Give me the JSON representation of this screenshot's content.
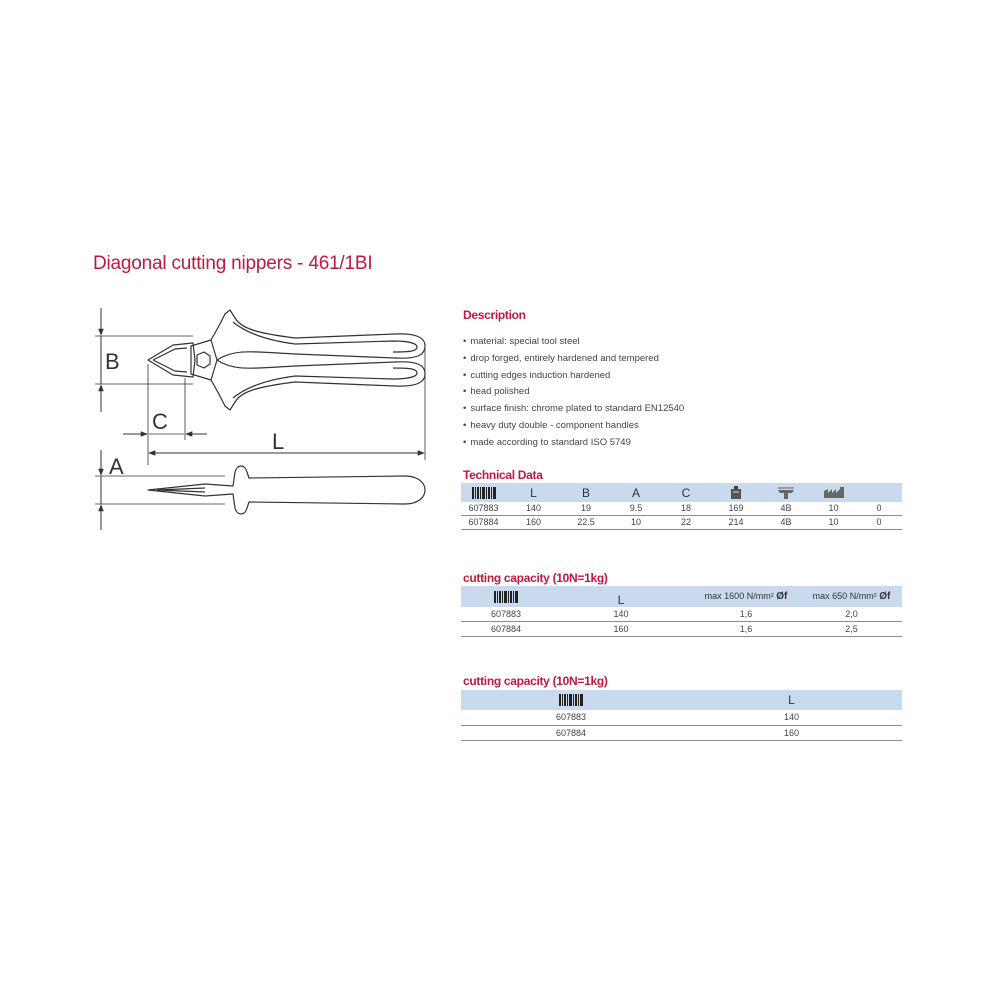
{
  "title": "Diagonal cutting nippers - 461/1BI",
  "drawing_labels": {
    "b": "B",
    "c": "C",
    "l": "L",
    "a": "A"
  },
  "description": {
    "heading": "Description",
    "items": [
      "material: special tool steel",
      "drop forged, entirely hardened and tempered",
      "cutting edges induction hardened",
      "head polished",
      "surface finish: chrome plated to standard EN12540",
      "heavy duty double - component handles",
      "made according to standard ISO 5749"
    ]
  },
  "technical_data": {
    "heading": "Technical Data",
    "headers": [
      "L",
      "B",
      "A",
      "C"
    ],
    "icons": [
      "barcode-icon",
      "weight-icon",
      "packaging-icon",
      "box-quantity-icon"
    ],
    "rows": [
      [
        "607883",
        "140",
        "19",
        "9.5",
        "18",
        "169",
        "4B",
        "10",
        "0"
      ],
      [
        "607884",
        "160",
        "22.5",
        "10",
        "22",
        "214",
        "4B",
        "10",
        "0"
      ]
    ]
  },
  "cutting_capacity_1": {
    "heading": "cutting capacity (10N=1kg)",
    "headers": [
      "L",
      "max 1600 N/mm²",
      "Øf",
      "max 650 N/mm²",
      "Øf"
    ],
    "rows": [
      [
        "607883",
        "140",
        "1,6",
        "2,0"
      ],
      [
        "607884",
        "160",
        "1,6",
        "2,5"
      ]
    ]
  },
  "cutting_capacity_2": {
    "heading": "cutting capacity (10N=1kg)",
    "headers": [
      "L"
    ],
    "rows": [
      [
        "607883",
        "140"
      ],
      [
        "607884",
        "160"
      ]
    ]
  }
}
